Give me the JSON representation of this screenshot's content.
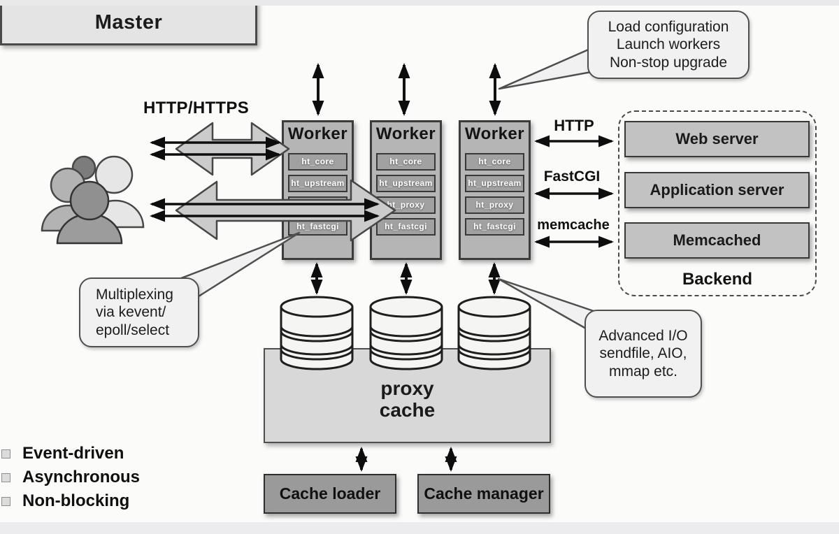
{
  "master": {
    "label": "Master"
  },
  "worker": {
    "title": "Worker",
    "modules": [
      "ht_core",
      "ht_upstream",
      "ht_proxy",
      "ht_fastcgi"
    ]
  },
  "clients": {
    "protocol_label": "HTTP/HTTPS"
  },
  "callouts": {
    "master_note": {
      "line1": "Load configuration",
      "line2": "Launch workers",
      "line3": "Non-stop upgrade"
    },
    "multiplex_note": {
      "line1": "Multiplexing",
      "line2": "via kevent/",
      "line3": "epoll/select"
    },
    "io_note": {
      "line1": "Advanced I/O",
      "line2": "sendfile, AIO,",
      "line3": "mmap etc."
    }
  },
  "backend": {
    "label": "Backend",
    "rows": [
      {
        "protocol": "HTTP",
        "server": "Web server"
      },
      {
        "protocol": "FastCGI",
        "server": "Application server"
      },
      {
        "protocol": "memcache",
        "server": "Memcached"
      }
    ]
  },
  "cache": {
    "proxy_line1": "proxy",
    "proxy_line2": "cache",
    "loader": "Cache loader",
    "manager": "Cache manager"
  },
  "features": [
    "Event-driven",
    "Asynchronous",
    "Non-blocking"
  ],
  "colors": {
    "outline": "#3c3c3c",
    "master_fill": "#e4e4e4",
    "worker_fill": "#b5b5b5",
    "module_fill": "#a1a1a1",
    "backend_fill": "#c2c2c2",
    "proxy_cache_fill": "#d8d8d8",
    "cache_box_fill": "#9a9a9a",
    "callout_fill": "#f1f1f1",
    "block_arrow_fill": "#cbcbcb"
  }
}
